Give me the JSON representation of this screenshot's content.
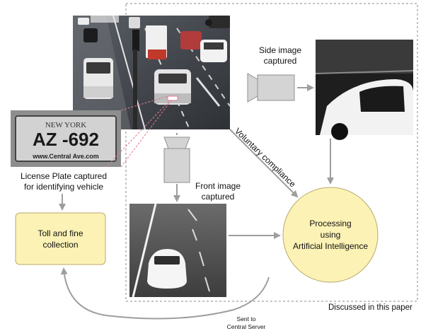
{
  "boundary": {
    "label": "Discussed in this paper"
  },
  "side_camera": {
    "line1": "Side image",
    "line2": "captured"
  },
  "front_camera": {
    "line1": "Front image",
    "line2": "captured"
  },
  "plate": {
    "state": "NEW YORK",
    "number": "AZ -692",
    "footer": "www.Central Ave.com",
    "caption_line1": "License Plate captured",
    "caption_line2": "for identifying vehicle"
  },
  "toll_box": {
    "line1": "Toll and fine",
    "line2": "collection",
    "color": "#fcf2b5"
  },
  "processing": {
    "line1": "Processing",
    "line2": "using",
    "line3": "Artificial Intelligence",
    "color": "#fcf2b5"
  },
  "voluntary": {
    "label": "Voluntary compliance"
  },
  "server": {
    "line1": "Sent to",
    "line2": "Central Server"
  },
  "colors": {
    "arrow": "#9e9e9e",
    "camera": "#d4d4d4",
    "dash_pink": "#e07a90",
    "boundary": "#8a8a8a"
  }
}
